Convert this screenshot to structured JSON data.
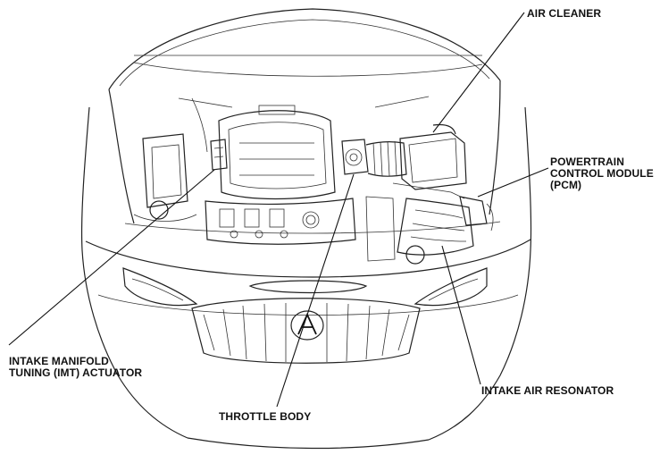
{
  "diagram": {
    "labels": {
      "air_cleaner": "AIR CLEANER",
      "pcm": "POWERTRAIN\nCONTROL MODULE\n(PCM)",
      "imt_actuator": "INTAKE MANIFOLD\nTUNING (IMT) ACTUATOR",
      "intake_air_resonator": "INTAKE AIR RESONATOR",
      "throttle_body": "THROTTLE BODY"
    }
  }
}
